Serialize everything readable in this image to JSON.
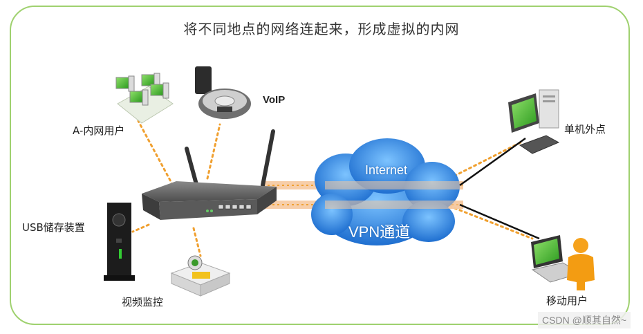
{
  "title": "将不同地点的网络连起来，形成虚拟的内网",
  "labels": {
    "lan_users": "A-内网用户",
    "voip": "VoIP",
    "usb_storage": "USB储存装置",
    "video_monitor": "视频监控",
    "internet": "Internet",
    "vpn_tunnel": "VPN通道",
    "standalone_site": "单机外点",
    "mobile_user": "移动用户"
  },
  "watermark": "CSDN @顺其自然~",
  "colors": {
    "frame_border": "#9fd16f",
    "dotted_link": "#f0a030",
    "tunnel_band": "#f6c9a0",
    "cloud": "#2e86de",
    "screen_green": "#3fae2a"
  },
  "icons": [
    "lan-users-icon",
    "voip-phone-icon",
    "router-icon",
    "usb-storage-icon",
    "camera-icon",
    "internet-cloud-icon",
    "desktop-pc-icon",
    "laptop-icon",
    "mobile-person-icon"
  ]
}
